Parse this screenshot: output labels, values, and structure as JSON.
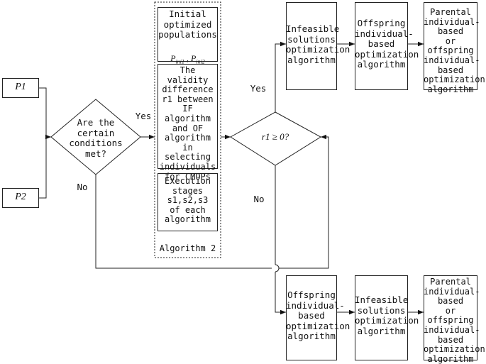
{
  "inputs": {
    "p1": "P1",
    "p2": "P2"
  },
  "decision1": {
    "text": "Are the\ncertain\nconditions\nmet?"
  },
  "decision2": {
    "text": "r1 ≥ 0?"
  },
  "edges": {
    "yes1": "Yes",
    "no1": "No",
    "yes2": "Yes",
    "no2": "No"
  },
  "algo2": {
    "caption": "Algorithm 2",
    "box1": {
      "text": "Initial\noptimized\npopulations",
      "formula": "P_ini1 , P_ini2"
    },
    "box2": {
      "text": "The validity\ndifference\nr1 between\nIF algorithm\nand OF\nalgorithm in\nselecting\nindividuals\nfor CMOPs"
    },
    "box3": {
      "text": "Execution\nstages\ns1,s2,s3\nof each\nalgorithm"
    }
  },
  "top_row": [
    {
      "text": "Infeasible\nsolutions\noptimization\nalgorithm"
    },
    {
      "text": "Offspring\nindividual-\nbased\noptimization\nalgorithm"
    },
    {
      "text": "Parental\nindividual-\nbased\nor offspring\nindividual-\nbased\noptimization\nalgorithm"
    }
  ],
  "bottom_row": [
    {
      "text": "Offspring\nindividual-\nbased\noptimization\nalgorithm"
    },
    {
      "text": "Infeasible\nsolutions\noptimization\nalgorithm"
    },
    {
      "text": "Parental\nindividual-\nbased\nor offspring\nindividual-\nbased\noptimization\nalgorithm"
    }
  ]
}
